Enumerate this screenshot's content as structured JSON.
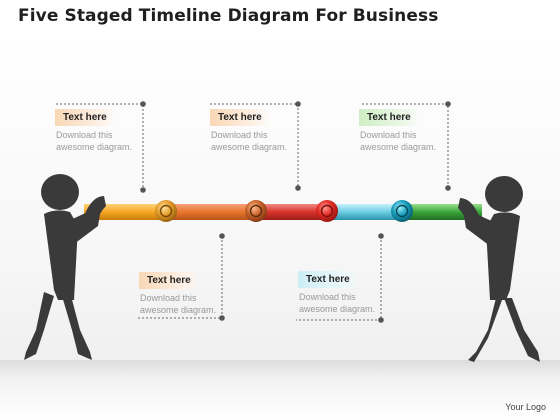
{
  "title": "Five Staged Timeline Diagram For Business",
  "logo_text": "Your Logo",
  "callouts": [
    {
      "heading": "Text here",
      "line1": "Download this",
      "line2": "awesome diagram.",
      "color": "#f9d7b5"
    },
    {
      "heading": "Text here",
      "line1": "Download this",
      "line2": "awesome diagram.",
      "color": "#f9d7b5"
    },
    {
      "heading": "Text here",
      "line1": "Download this",
      "line2": "awesome diagram.",
      "color": "#cfeec5"
    },
    {
      "heading": "Text here",
      "line1": "Download this",
      "line2": "awesome diagram.",
      "color": "#f9d7b5"
    },
    {
      "heading": "Text here",
      "line1": "Download this",
      "line2": "awesome diagram.",
      "color": "#cdeef5"
    }
  ],
  "stage_colors": [
    "#f5a623",
    "#e8762c",
    "#d9342b",
    "#35b3d0",
    "#3aa53a"
  ],
  "icons": [
    "person-left-figure",
    "person-right-figure",
    "stage-marker-circle"
  ]
}
